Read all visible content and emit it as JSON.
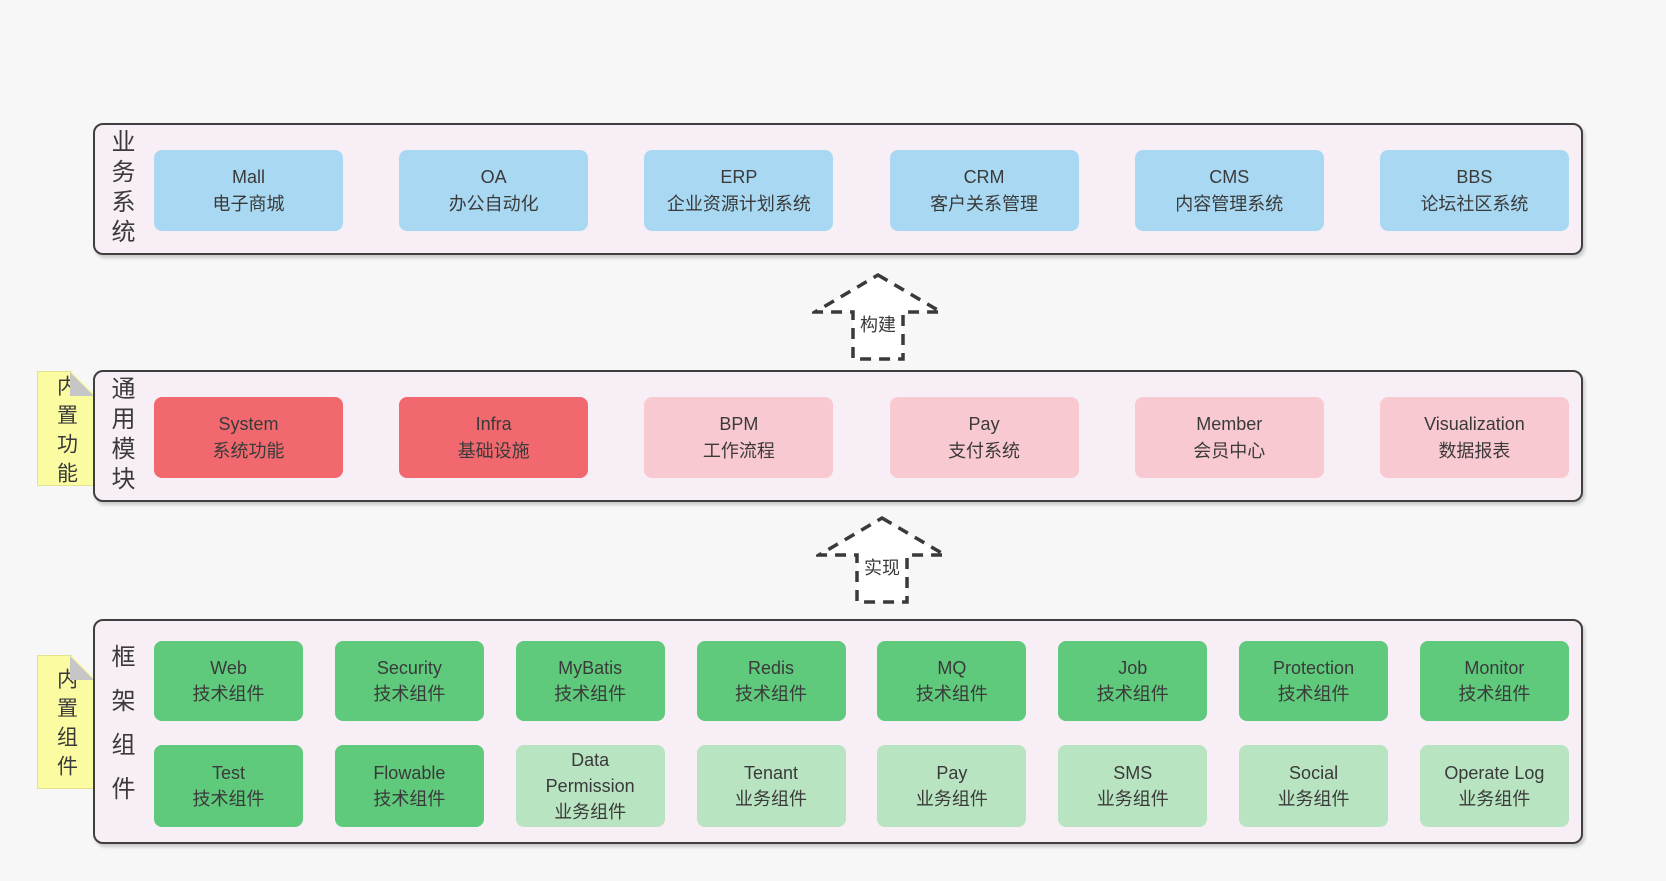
{
  "colors": {
    "bg": "#f7f7f7",
    "panel": "#f8eef6",
    "border": "#3f3f3f",
    "text": "#3a3a3a",
    "blue": "#a9d9f2",
    "red": "#f1696e",
    "pink": "#f9c9d2",
    "green": "#5fc97c",
    "green_light": "#b8e4c1",
    "yellow": "#fbfba2",
    "fold": "#c6c6c6"
  },
  "arrows": [
    {
      "label": "构建"
    },
    {
      "label": "实现"
    }
  ],
  "layers": [
    {
      "id": "business-systems",
      "label": "业务系统",
      "boxes": [
        {
          "name": "Mall",
          "desc": "电子商城"
        },
        {
          "name": "OA",
          "desc": "办公自动化"
        },
        {
          "name": "ERP",
          "desc": "企业资源计划系统"
        },
        {
          "name": "CRM",
          "desc": "客户关系管理"
        },
        {
          "name": "CMS",
          "desc": "内容管理系统"
        },
        {
          "name": "BBS",
          "desc": "论坛社区系统"
        }
      ]
    },
    {
      "id": "common-modules",
      "label": "通用模块",
      "sticky": "内置功能",
      "boxes": [
        {
          "name": "System",
          "desc": "系统功能"
        },
        {
          "name": "Infra",
          "desc": "基础设施"
        },
        {
          "name": "BPM",
          "desc": "工作流程"
        },
        {
          "name": "Pay",
          "desc": "支付系统"
        },
        {
          "name": "Member",
          "desc": "会员中心"
        },
        {
          "name": "Visualization",
          "desc": "数据报表"
        }
      ]
    },
    {
      "id": "framework-components",
      "label": "框架组件",
      "sticky": "内置组件",
      "rows": [
        [
          {
            "name": "Web",
            "desc": "技术组件"
          },
          {
            "name": "Security",
            "desc": "技术组件"
          },
          {
            "name": "MyBatis",
            "desc": "技术组件"
          },
          {
            "name": "Redis",
            "desc": "技术组件"
          },
          {
            "name": "MQ",
            "desc": "技术组件"
          },
          {
            "name": "Job",
            "desc": "技术组件"
          },
          {
            "name": "Protection",
            "desc": "技术组件"
          },
          {
            "name": "Monitor",
            "desc": "技术组件"
          }
        ],
        [
          {
            "name": "Test",
            "desc": "技术组件"
          },
          {
            "name": "Flowable",
            "desc": "技术组件"
          },
          {
            "name": "Data Permission",
            "desc": "业务组件"
          },
          {
            "name": "Tenant",
            "desc": "业务组件"
          },
          {
            "name": "Pay",
            "desc": "业务组件"
          },
          {
            "name": "SMS",
            "desc": "业务组件"
          },
          {
            "name": "Social",
            "desc": "业务组件"
          },
          {
            "name": "Operate Log",
            "desc": "业务组件"
          }
        ]
      ]
    }
  ]
}
